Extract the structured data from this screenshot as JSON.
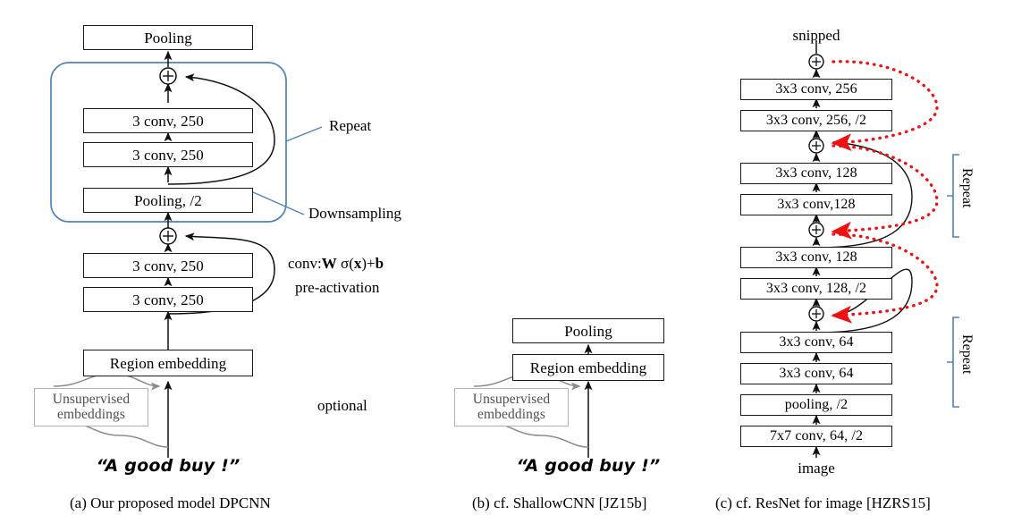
{
  "figure": {
    "panels": [
      {
        "id": "a",
        "caption": "(a)  Our proposed model DPCNN",
        "blocks": [
          {
            "name": "pooling-top",
            "label": "Pooling"
          },
          {
            "name": "conv-b2-upper",
            "label": "3 conv, 250"
          },
          {
            "name": "conv-b2-lower",
            "label": "3 conv, 250"
          },
          {
            "name": "pooling-downsample",
            "label": "Pooling, /2"
          },
          {
            "name": "conv-b1-upper",
            "label": "3 conv, 250"
          },
          {
            "name": "conv-b1-lower",
            "label": "3 conv, 250"
          },
          {
            "name": "region-embedding",
            "label": "Region embedding"
          },
          {
            "name": "unsupervised-embeddings",
            "label": "Unsupervised\nembeddings"
          }
        ],
        "labels": {
          "repeat": "Repeat",
          "downsampling": "Downsampling",
          "conv_formula": "conv:W σ(x)+b",
          "pre_activation": "pre-activation",
          "optional": "optional",
          "input_text": "“A good buy !”"
        }
      },
      {
        "id": "b",
        "caption": "(b)  cf. ShallowCNN [JZ15b]",
        "blocks": [
          {
            "name": "pooling",
            "label": "Pooling"
          },
          {
            "name": "region-embedding",
            "label": "Region embedding"
          },
          {
            "name": "unsupervised-embeddings",
            "label": "Unsupervised\nembeddings"
          }
        ],
        "labels": {
          "input_text": "“A good buy !”"
        }
      },
      {
        "id": "c",
        "caption": "(c)  cf. ResNet for image [HZRS15]",
        "blocks": [
          {
            "name": "conv-256-a",
            "label": "3x3 conv, 256"
          },
          {
            "name": "conv-256-s2",
            "label": "3x3 conv, 256, /2"
          },
          {
            "name": "conv-128-a",
            "label": "3x3 conv, 128"
          },
          {
            "name": "conv-128-b",
            "label": "3x3 conv,128"
          },
          {
            "name": "conv-128-c",
            "label": "3x3 conv, 128"
          },
          {
            "name": "conv-128-s2",
            "label": "3x3 conv, 128, /2"
          },
          {
            "name": "conv-64-a",
            "label": "3x3 conv, 64"
          },
          {
            "name": "conv-64-b",
            "label": "3x3 conv, 64"
          },
          {
            "name": "pooling-s2",
            "label": "pooling, /2"
          },
          {
            "name": "conv-7x7-64",
            "label": "7x7 conv, 64, /2"
          }
        ],
        "labels": {
          "top": "snipped",
          "bottom": "image",
          "repeat_upper": "Repeat",
          "repeat_lower": "Repeat"
        }
      }
    ],
    "colors": {
      "blue_accent": "#4f81bd",
      "red_shortcut": "#ee1111",
      "box_border": "#1a1a1a",
      "gray_border": "#b2b2b2",
      "gray_text": "#4f4f4f"
    },
    "glyphs": {
      "plus_circle": "⊕"
    }
  }
}
